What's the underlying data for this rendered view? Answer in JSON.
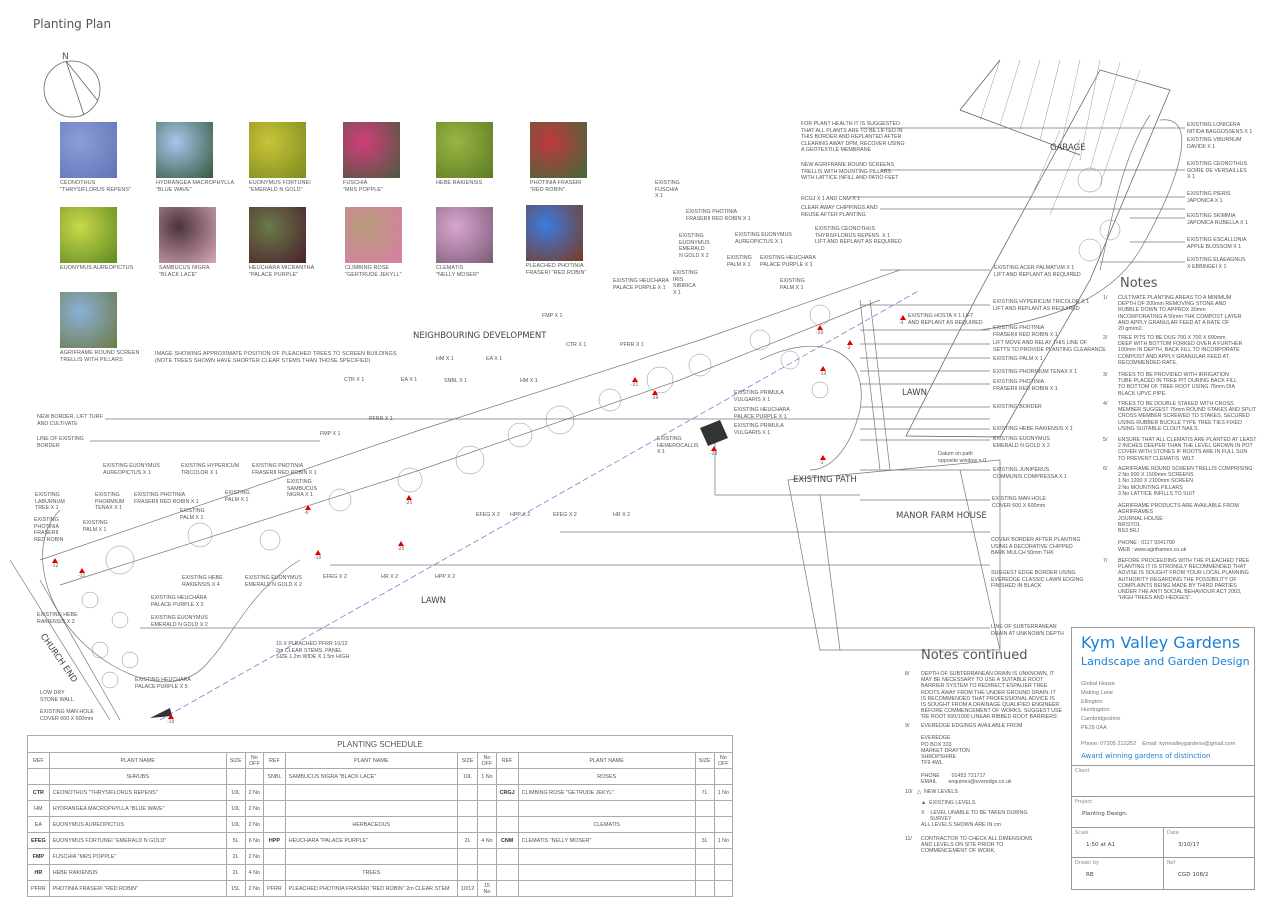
{
  "page_title": "Planting Plan",
  "north_label": "N",
  "photos": [
    {
      "caption": "CEONOTHUS\n\"THRYSIFLORUS REPENS\"",
      "color_a": "#8b9fd8",
      "color_b": "#5f72b5"
    },
    {
      "caption": "HYDRANGEA MACROPHYLLA\n\"BLUE WAVE\"",
      "color_a": "#aac4ec",
      "color_b": "#33583a"
    },
    {
      "caption": "EUONYMUS FORTUNEI\n\"EMERALD  N GOLD\"",
      "color_a": "#c8c438",
      "color_b": "#7d8a1f"
    },
    {
      "caption": "FUSCHIA\n\"MRS POPPLE\"",
      "color_a": "#d23d7c",
      "color_b": "#4b5b3d"
    },
    {
      "caption": "HEBE RAKIENSIS",
      "color_a": "#9ab542",
      "color_b": "#5b7a24"
    },
    {
      "caption": "PHOTINIA FRASERI\n\"RED ROBIN\"",
      "color_a": "#c0383c",
      "color_b": "#3f6b3a"
    },
    {
      "caption": "EUONYMUS AUREOPICTUS",
      "color_a": "#c9d84a",
      "color_b": "#5d8a22"
    },
    {
      "caption": "SAMBUCUS NIGRA\n\"BLACK LACE\"",
      "color_a": "#4a343a",
      "color_b": "#d9a8b8"
    },
    {
      "caption": "HEUCHARA MICRANTHA\n\"PALACE PURPLE\"",
      "color_a": "#6a7a4a",
      "color_b": "#4a1f2a"
    },
    {
      "caption": "CLIMBING ROSE\n\"GERTRUDE JEKYLL\"",
      "color_a": "#b79a7a",
      "color_b": "#d87fa5"
    },
    {
      "caption": "CLEMATIS\n\"NELLY MOSER\"",
      "color_a": "#d9a6cf",
      "color_b": "#7a5b78"
    },
    {
      "caption": "PLEACHED PHOTINIA\nFRASERI \"RED ROBIN\"",
      "color_a": "#3b7be0",
      "color_b": "#7a3a22"
    },
    {
      "caption": "AGRIFRAME ROUND SCREEN\nTRELLIS WITH PILLARS",
      "color_a": "#8bb0d8",
      "color_b": "#6b7a45"
    }
  ],
  "pleached_note": "IMAGE SHOWING APPROXIMATE POSITION OF PLEACHED TREES TO SCREEN BUILDINGS\n(NOTE TREES SHOWN HAVE SHORTER CLEAR STEMS THAN THOSE SPECIFIED)",
  "areas": {
    "garage": "GARAGE",
    "neighbouring": "NEIGHBOURING DEVELOPMENT",
    "lawn_right": "LAWN",
    "lawn_main": "LAWN",
    "existing_path": "EXISTING PATH",
    "manor": "MANOR FARM HOUSE",
    "church_end": "CHURCH END"
  },
  "map": {
    "labels": [
      "FOR PLANT HEALTH IT IS SUGGESTED\nTHAT ALL PLANTS ARE TO BE LIFTED IN\nTHIS BORDER AND REPLANTED AFTER\nCLEARING AWAY DPM, RECOVER USING\nA GEOTEXTILE MEMBRANE",
      "NEW AGRIFRAME ROUND SCREENS\nTRELLIS WITH MOUNTING PILLARS\nWITH LATTICE INFILL AND PATIO FEET",
      "RCGJ X 1 AND CNM X 1",
      "CLEAR AWAY CHIPPINGS AND\nREUSE AFTER PLANTING",
      "EXISTING CEONOTHUS\nTHYRSIFLORUS REPENS  X 1\nLIFT AND REPLANT AS REQUIRED",
      "EXISTING LONICERA\nNITIDA BAGGOSSENS X 1",
      "EXISTING VIBURNUM\nDAVIDII X 1",
      "EXISTING CEONOTHUS\nGOIRE DE VERSAILLES\nX 1",
      "EXISTING PIERIS\nJAPONICA X 1",
      "EXISTING SKIMMIA\nJAPONICA RUBELLA X 1",
      "EXISTING ESCALLONIA\nAPPLE BLOSSOM X 1",
      "EXISTING ELAEAGNUS\nX EBBINGEI X 1",
      "EXISTING ACER PALMATUM X 1\nLIFT AND REPLANT AS REQUIRED",
      "EXISTING HYPERICUM TRICOLOR X 1\nLIFT AND REPLANT AS REQUIRED",
      "EXISTING HOSTA X 1 LIFT\nAND REPLANT AS REQUIRED",
      "EXISTING PHOTINIA\nFRASERII RED ROBIN X 1",
      "LIFT MOVE AND RELAY THIS LINE OF\nSETTS TO PROVIDE PLANTING CLEARANCE",
      "EXISTING PALM X 1",
      "EXISTING PHORMIUM TENAX X 1",
      "EXISTING PHOTINIA\nFRASERII RED ROBIN X 1",
      "EXISTING BORDER",
      "EXISTING HEBE RAKIENSIS X 1",
      "EXISTING EUONYMUS\nEMERALD N GOLD X 2",
      "Datum on path\nopposite window = 0",
      "EXISTING JUNIPERUS\nCOMMUNIS COMPRESSA X 1",
      "EXISTING MAN HOLE\nCOVER 600 X 600mm",
      "COVER BORDER AFTER PLANTING\nUSING A DECORATIVE CHIPPED\nBARK MULCH 50mm THK",
      "SUGGEST EDGE BORDER USING\nEVEREDGE CLASSIC LAWN EDGING\nFINISHED IN BLACK",
      "LINE OF SUBTERRANEAN\nDRAIN AT UNKNOWN DEPTH",
      "EXISTING\nFUSCHIA\nX 1",
      "EXISTING PHOTINIA\nFRASERII RED ROBIN X 1",
      "EXISTING\nEUONYMUS\nEMERALD\nN GOLD X 2",
      "EXISTING EUONYMUS\nAUREOPICTUS X 1",
      "EXISTING\nPALM X 1",
      "EXISTING HEUCHARA\nPALACE PURPLE X 1",
      "EXISTING\nIRIS\nSIBIRICA\nX 1",
      "EXISTING HEUCHARA\nPALACE PURPLE X 1",
      "EXISTING\nPALM X 1",
      "FMP X 1",
      "CTR X 1",
      "PFRR X 1",
      "HM X 1",
      "EA X 1",
      "CTR X 1",
      "EA X 1",
      "SNBL X 1",
      "HM X 1",
      "PFRR X 1",
      "FMP X 1",
      "EXISTING PRIMULA\nVULGARIS X 1",
      "EXISTING HEUCHARA\nPALACE PURPLE X 1",
      "EXISTING PRIMULA\nVULGARIS X 1",
      "EXISTING\nHEMEROCALLIS\nX 1",
      "EFEG X 2",
      "HPP X 2",
      "EFEG X 2",
      "HR X 2",
      "EFEG X 2",
      "HR X 2",
      "HPP X 2",
      "NEW BORDER, LIFT TURF\nAND CULTIVATE",
      "LINE OF EXISTING\nBORDER",
      "EXISTING EUONYMUS\nAUREOPICTUS X 1",
      "EXISTING HYPERICUM\nTRICOLOR X 1",
      "EXISTING PHOTINIA\nFRASERII RED ROBIN X 1",
      "EXISTING\nLABURNUM\nTREE X 1",
      "EXISTING\nPHORMIUM\nTENAX X 1",
      "EXISTING PHOTINIA\nFRASERII RED ROBIN X 1",
      "EXISTING\nPALM X 1",
      "EXISTING\nSAMBUCUS\nNIGRA X 1",
      "EXISTING\nPALM X 1",
      "EXISTING\nPHOTINIA\nFRASERII\nRED ROBIN",
      "EXISTING\nPALM X 1",
      "EXISTING HEBE\nRAKIENSIS X 4",
      "EXISTING EUONYMUS\nEMERALD N GOLD X 2",
      "EXISTING HEUCHARA\nPALACE PURPLE X 2",
      "EXISTING HEBE\nRAKIENSIS X 2",
      "EXISTING EUONYMUS\nEMERALD N GOLD X 2",
      "15 X PLEACHED PFRR 10/12\n2m CLEAR STEMS, PANEL\nSIZE 1.2m WIDE X 1.5m HIGH",
      "EXISTING HEUCHARA\nPALACE PURPLE X 5",
      "LOW DRY\nSTONE WALL",
      "EXISTING MAN HOLE\nCOVER 600 X 600mm"
    ],
    "levels": [
      "-12",
      "-11",
      "-10",
      "-10",
      "-6",
      "-25",
      "-25",
      "-21",
      "-29",
      "-28",
      "-20",
      "-14",
      "-4",
      "-2",
      "-3"
    ]
  },
  "notes": {
    "title": "Notes",
    "items": [
      {
        "num": "1/",
        "text": "CULTIVATE PLANTING AREAS TO A MINIMUM\nDEPTH OF 200mm REMOVING STONE AND\nRUBBLE DOWN TO APPROX 30mm\nINCORPORATING A 50mm THK COMPOST LAYER\nAND APPLY GRANULAR FEED AT A RATE OF\n20 gm/m2."
      },
      {
        "num": "2/",
        "text": "TREE PITS TO BE DUG 700 X 700 X 600mm\nDEEP WITH BOTTOM FORKED OVER A FURTHER\n100mm IN DEPTH, BACK FILL TO INCORPORATE\nCOMPOST AND APPLY GRANULAR FEED AT\nRECOMMENDED RATE."
      },
      {
        "num": "3/",
        "text": "TREES TO BE PROVIDED WITH IRRIGATION\nTUBE PLACED IN TREE PIT DURING BACK FILL\nTO BOTTOM OF TREE ROOT USING 75mm DIA\nBLACK UPVC PIPE."
      },
      {
        "num": "4/",
        "text": "TREES TO BE DOUBLE STAKED WITH CROSS\nMEMBER SUGGEST 75mm ROUND STAKES AND SPLIT\nCROSS MEMBER SCREWED TO STAKES, SECURED\nUSING RUBBER BUCKLE TYPE TREE TIES FIXED\nUSING SUITABLE CLOUT NAILS."
      },
      {
        "num": "5/",
        "text": "ENSURE THAT ALL CLEMATIS ARE PLANTED AT LEAST\n2 INCHES DEEPER THAN THE LEVEL GROWN IN POT\nCOVER WITH STONES IF ROOTS ARE IN FULL SUN\nTO PREVENT CLEMATIS  WILT"
      },
      {
        "num": "6/",
        "text": "AGRIFRAME ROUND SCREEN TRELLIS COMPRISING\n2 No 900 X 1500mm SCREENS\n1 No 1200 X 2100mm SCREEN\n2 No MOUNTING PILLARS\n3 No LATTICE INFILLS TO SUIT\n\nAGRIFRAME PRODUCTS ARE AVAILABLE FROM\nAGRIFRAMES\nJOURNAL HOUSE\nBRISTOL\nBS3 5RJ\n\nPHONE : 0117 9341790\nWEB : www.agriframes.co.uk"
      },
      {
        "num": "7/",
        "text": "BEFORE PROCEEDING WITH THE PLEACHED TREE\nPLANTING IT IS STRONGLY RECOMMENDED THAT\nADVISE IS SOUGHT FROM YOUR LOCAL PLANNING\nAUTHORITY REGARDING THE POSSIBILITY OF\nCOMPLAINTS BEING MADE BY THIRD PARTIES\nUNDER THE ANTI SOCIAL BEHAVIOUR ACT 2003,\n\"HIGH TREES AND HEDGES\"."
      }
    ]
  },
  "notes_continued": {
    "title": "Notes continued",
    "items": [
      {
        "num": "8/",
        "text": "DEPTH OF SUBTERRANEAN DRAIN IS UNKNOWN, IT\nMAY BE NECESSARY TO USE A SUITABLE ROOT\nBARRIER SYSTEM TO REDIRECT ESPALIER TREE\nROOTS AWAY FROM THE UNDER GROUND DRAIN. IT\nIS RECOMMENDED THAT PROFESSIONAL ADVICE IS\nIS SOUGHT FROM A DRAINAGE QUALIFIED ENGINEER\nBEFORE COMMENCEMENT OF WORKS. SUGGEST USE\n'RE ROOT 600/1000 LINEAR RIBBED ROOT BARRIERS'"
      },
      {
        "num": "9/",
        "text": "EVEREDGE EDGINGS AVAILABLE FROM\n\nEVEREDGE\nPO BOX 333\nMARKET DRAYTON\nSHROPSHIRE\nTF9 4WL\n\nPHONE        01453 731717\nEMAIL        enquiries@everedge.co.uk"
      },
      {
        "num": "10/",
        "text": "△  NEW LEVELS"
      },
      {
        "num": "",
        "text": "▲  EXISTING LEVELS"
      },
      {
        "num": "",
        "text": "X    LEVEL UNABLE TO BE TAKEN DURING\n      SURVEY\nALL LEVELS SHOWN ARE IN cm"
      },
      {
        "num": "11/",
        "text": "CONTRACTOR TO CHECK ALL DIMENSIONS\nAND LEVELS ON SITE PRIOR TO\nCOMMENCEMENT OF WORK."
      }
    ]
  },
  "schedule": {
    "title": "PLANTING SCHEDULE",
    "headers": [
      "REF",
      "PLANT NAME",
      "SIZE",
      "No OFF"
    ],
    "rows": [
      [
        "",
        "SHRUBS",
        "",
        "",
        "SNBL",
        "SAMBUCUS NIGRA \"BLACK LACE\"",
        "10L",
        "1 No",
        "",
        "ROSES",
        "",
        ""
      ],
      [
        "CTR",
        "CEONOTHUS \"THRYSIFLORUS REPENS\"",
        "10L",
        "2 No",
        "",
        "",
        "",
        "",
        "CRGJ",
        "CLIMBING ROSE \"GETRUDE JEKYL\"",
        "7L",
        "1 No"
      ],
      [
        "HM",
        "HYDRANGEA MACROPHYLLA \"BLUE WAVE\"",
        "10L",
        "2 No",
        "",
        "",
        "",
        "",
        "",
        "",
        "",
        ""
      ],
      [
        "EA",
        "EUONYMUS AUREOPICTUS",
        "10L",
        "2 No",
        "",
        "HERBACEOUS",
        "",
        "",
        "",
        "CLEMATIS",
        "",
        ""
      ],
      [
        "EFEG",
        "EUONYMUS FORTUNEI \"EMERALD  N GOLD\"",
        "5L",
        "6 No",
        "HPP",
        "HEUCHARA \"PALACE PURPLE\"",
        "2L",
        "4 No",
        "CNM",
        "CLEMATIS \"NELLY MOSER\"",
        "3L",
        "1 No"
      ],
      [
        "FMP",
        "FUSCHIA \"MRS POPPLE\"",
        "2L",
        "2 No",
        "",
        "",
        "",
        "",
        "",
        "",
        "",
        ""
      ],
      [
        "HR",
        "HEBE RAKIENSIS",
        "2L",
        "4 No",
        "",
        "TREES",
        "",
        "",
        "",
        "",
        "",
        ""
      ],
      [
        "PFRR",
        "PHOTINIA FRASERI \"RED ROBIN\"",
        "15L",
        "2 No",
        "PFRR",
        "PLEACHED PHOTINIA FRASERI \"RED ROBIN\" 2m CLEAR STEM",
        "10/12",
        "15 No",
        "",
        "",
        "",
        ""
      ]
    ]
  },
  "title_block": {
    "company": "Kym Valley Gardens",
    "subtitle": "Landscape and Garden Design",
    "address": "Global House\nMalting Lane\nEllington\nHuntingdon\nCambridgeshire\nPE28 0AA",
    "contact": "Phone: 07305 212252    Email: kymvalleygardens@gmail.com",
    "tagline": "Award winning gardens of distinction",
    "client_label": "Client",
    "client_value": "",
    "project_label": "Project",
    "project_value": "Planting Design.",
    "scale_label": "Scale",
    "scale_value": "1:50 at A1",
    "date_label": "Date",
    "date_value": "3/10/17",
    "drawn_label": "Drawn by",
    "drawn_value": "RB",
    "ref_label": "Ref",
    "ref_value": "CGD 108/2",
    "brand_color": "#1a7fd6"
  }
}
